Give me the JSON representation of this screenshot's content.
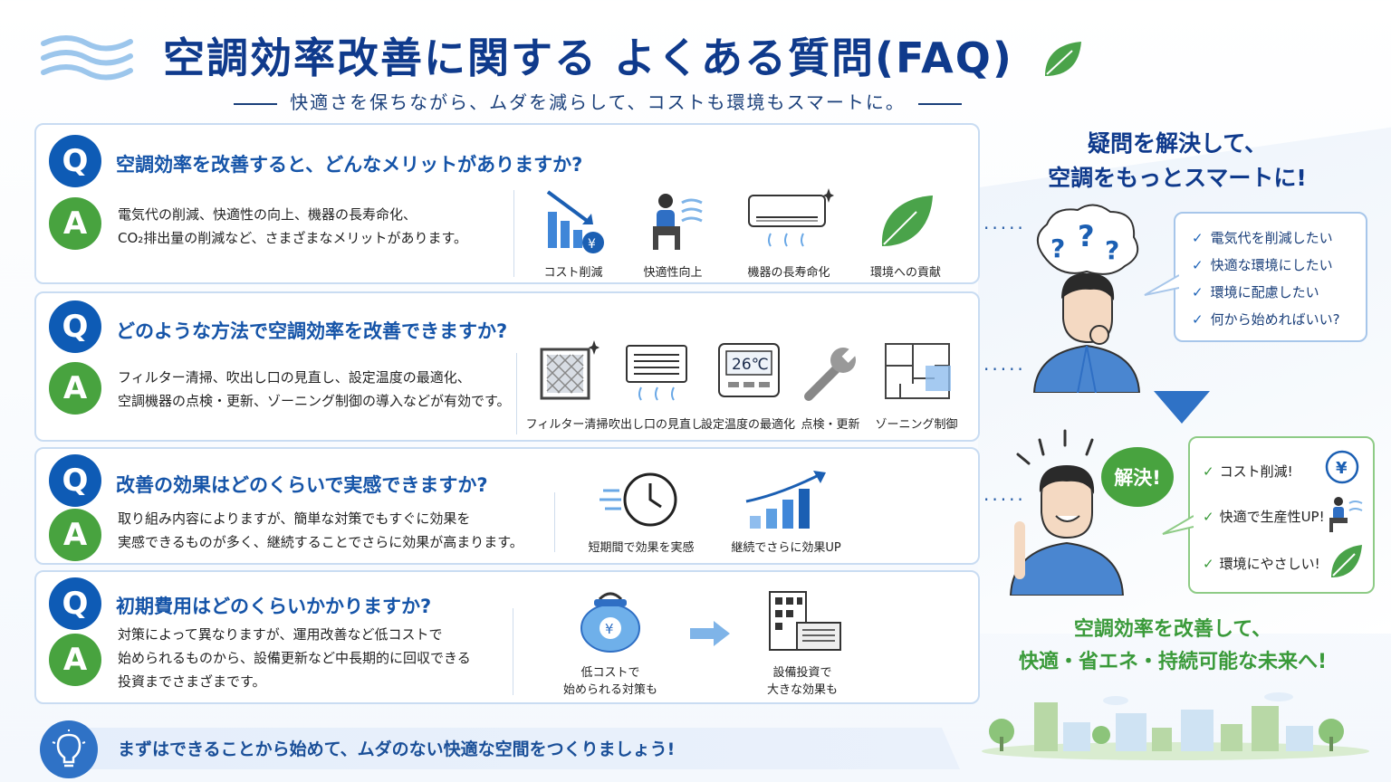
{
  "header": {
    "title": "空調効率改善に関する よくある質問(FAQ)",
    "subtitle": "快適さを保ちながら、ムダを減らして、コストも環境もスマートに。"
  },
  "faq": [
    {
      "q_badge": "Q",
      "a_badge": "A",
      "question": "空調効率を改善すると、どんなメリットがありますか?",
      "answer": [
        "電気代の削減、快適性の向上、機器の長寿命化、",
        "CO₂排出量の削減など、さまざまなメリットがあります。"
      ],
      "icons": [
        {
          "label": "コスト削減",
          "icon": "cost-reduction-chart-icon"
        },
        {
          "label": "快適性向上",
          "icon": "comfort-person-icon"
        },
        {
          "label": "機器の長寿命化",
          "icon": "air-conditioner-icon"
        },
        {
          "label": "環境への貢献",
          "icon": "leaf-icon"
        }
      ]
    },
    {
      "q_badge": "Q",
      "a_badge": "A",
      "question": "どのような方法で空調効率を改善できますか?",
      "answer": [
        "フィルター清掃、吹出し口の見直し、設定温度の最適化、",
        "空調機器の点検・更新、ゾーニング制御の導入などが有効です。"
      ],
      "icons": [
        {
          "label": "フィルター清掃",
          "icon": "filter-icon"
        },
        {
          "label": "吹出し口の見直し",
          "icon": "vent-icon"
        },
        {
          "label": "設定温度の最適化",
          "icon": "thermostat-icon",
          "display": "26℃"
        },
        {
          "label": "点検・更新",
          "icon": "wrench-icon"
        },
        {
          "label": "ゾーニング制御",
          "icon": "floor-plan-icon"
        }
      ]
    },
    {
      "q_badge": "Q",
      "a_badge": "A",
      "question": "改善の効果はどのくらいで実感できますか?",
      "answer": [
        "取り組み内容によりますが、簡単な対策でもすぐに効果を",
        "実感できるものが多く、継続することでさらに効果が高まります。"
      ],
      "icons": [
        {
          "label": "短期間で効果を実感",
          "icon": "clock-icon"
        },
        {
          "label": "継続でさらに効果UP",
          "icon": "growth-chart-icon"
        }
      ]
    },
    {
      "q_badge": "Q",
      "a_badge": "A",
      "question": "初期費用はどのくらいかかりますか?",
      "answer": [
        "対策によって異なりますが、運用改善など低コストで",
        "始められるものから、設備更新など中長期的に回収できる",
        "投資までさまざまです。"
      ],
      "icons": [
        {
          "label": [
            "低コストで",
            "始められる対策も"
          ],
          "icon": "coin-purse-icon",
          "symbol": "¥"
        },
        {
          "label": [
            "設備投資で",
            "大きな効果も"
          ],
          "icon": "building-equipment-icon"
        }
      ]
    }
  ],
  "sidebar": {
    "heading": [
      "疑問を解決して、",
      "空調をもっとスマートに!"
    ],
    "concerns": [
      "電気代を削減したい",
      "快適な環境にしたい",
      "環境に配慮したい",
      "何から始めればいい?"
    ],
    "solved_bubble": "解決!",
    "benefits": [
      "コスト削減!",
      "快適で生産性UP!",
      "環境にやさしい!"
    ],
    "footer": [
      "空調効率を改善して、",
      "快適・省エネ・持続可能な未来へ!"
    ]
  },
  "banner": {
    "text": "まずはできることから始めて、ムダのない快適な空間をつくりましょう!"
  },
  "colors": {
    "primary_blue": "#0e5bb5",
    "answer_green": "#48a33f",
    "title_navy": "#0f3a8c"
  }
}
